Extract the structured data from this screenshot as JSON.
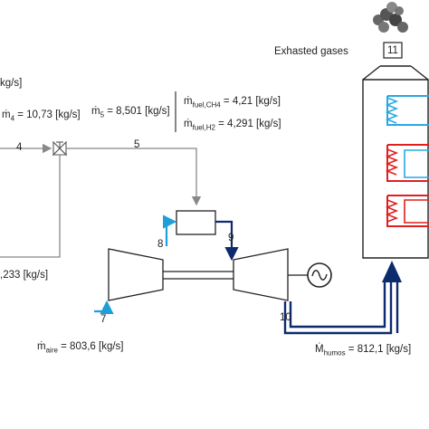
{
  "exhaust_label": "Exhasted gases",
  "stream_numbers": {
    "s4": "4",
    "s5": "5",
    "s7": "7",
    "s8": "8",
    "s9": "9",
    "s10": "10",
    "s11": "11"
  },
  "flows": {
    "left_top": "kg/s]",
    "m4": {
      "symbol": "ṁ",
      "sub": "4",
      "value": " = 10,73 [kg/s]"
    },
    "m5": {
      "symbol": "ṁ",
      "sub": "5",
      "value": " = 8,501 [kg/s]"
    },
    "fuel_ch4": {
      "symbol": "ṁ",
      "sub": "fuel,CH4",
      "value": " = 4,21 [kg/s]"
    },
    "fuel_h2": {
      "symbol": "ṁ",
      "sub": "fuel,H2",
      "value": " = 4,291 [kg/s]"
    },
    "left_bottom": ",233 [kg/s]",
    "aire": {
      "symbol": "ṁ",
      "sub": "aire",
      "value": " = 803,6 [kg/s]"
    },
    "humos": {
      "symbol": "Ṁ",
      "sub": "humos",
      "value": " = 812,1 [kg/s]"
    }
  },
  "colors": {
    "line_gray": "#888888",
    "air_blue": "#1e9fd8",
    "dark_blue": "#0d2a6e",
    "coil_blue": "#29a8e0",
    "coil_red": "#e02020",
    "smoke": "#555555"
  },
  "icons": [
    "valve-icon",
    "generator-icon",
    "smoke-icon",
    "heat-exchanger-coil-icon"
  ]
}
